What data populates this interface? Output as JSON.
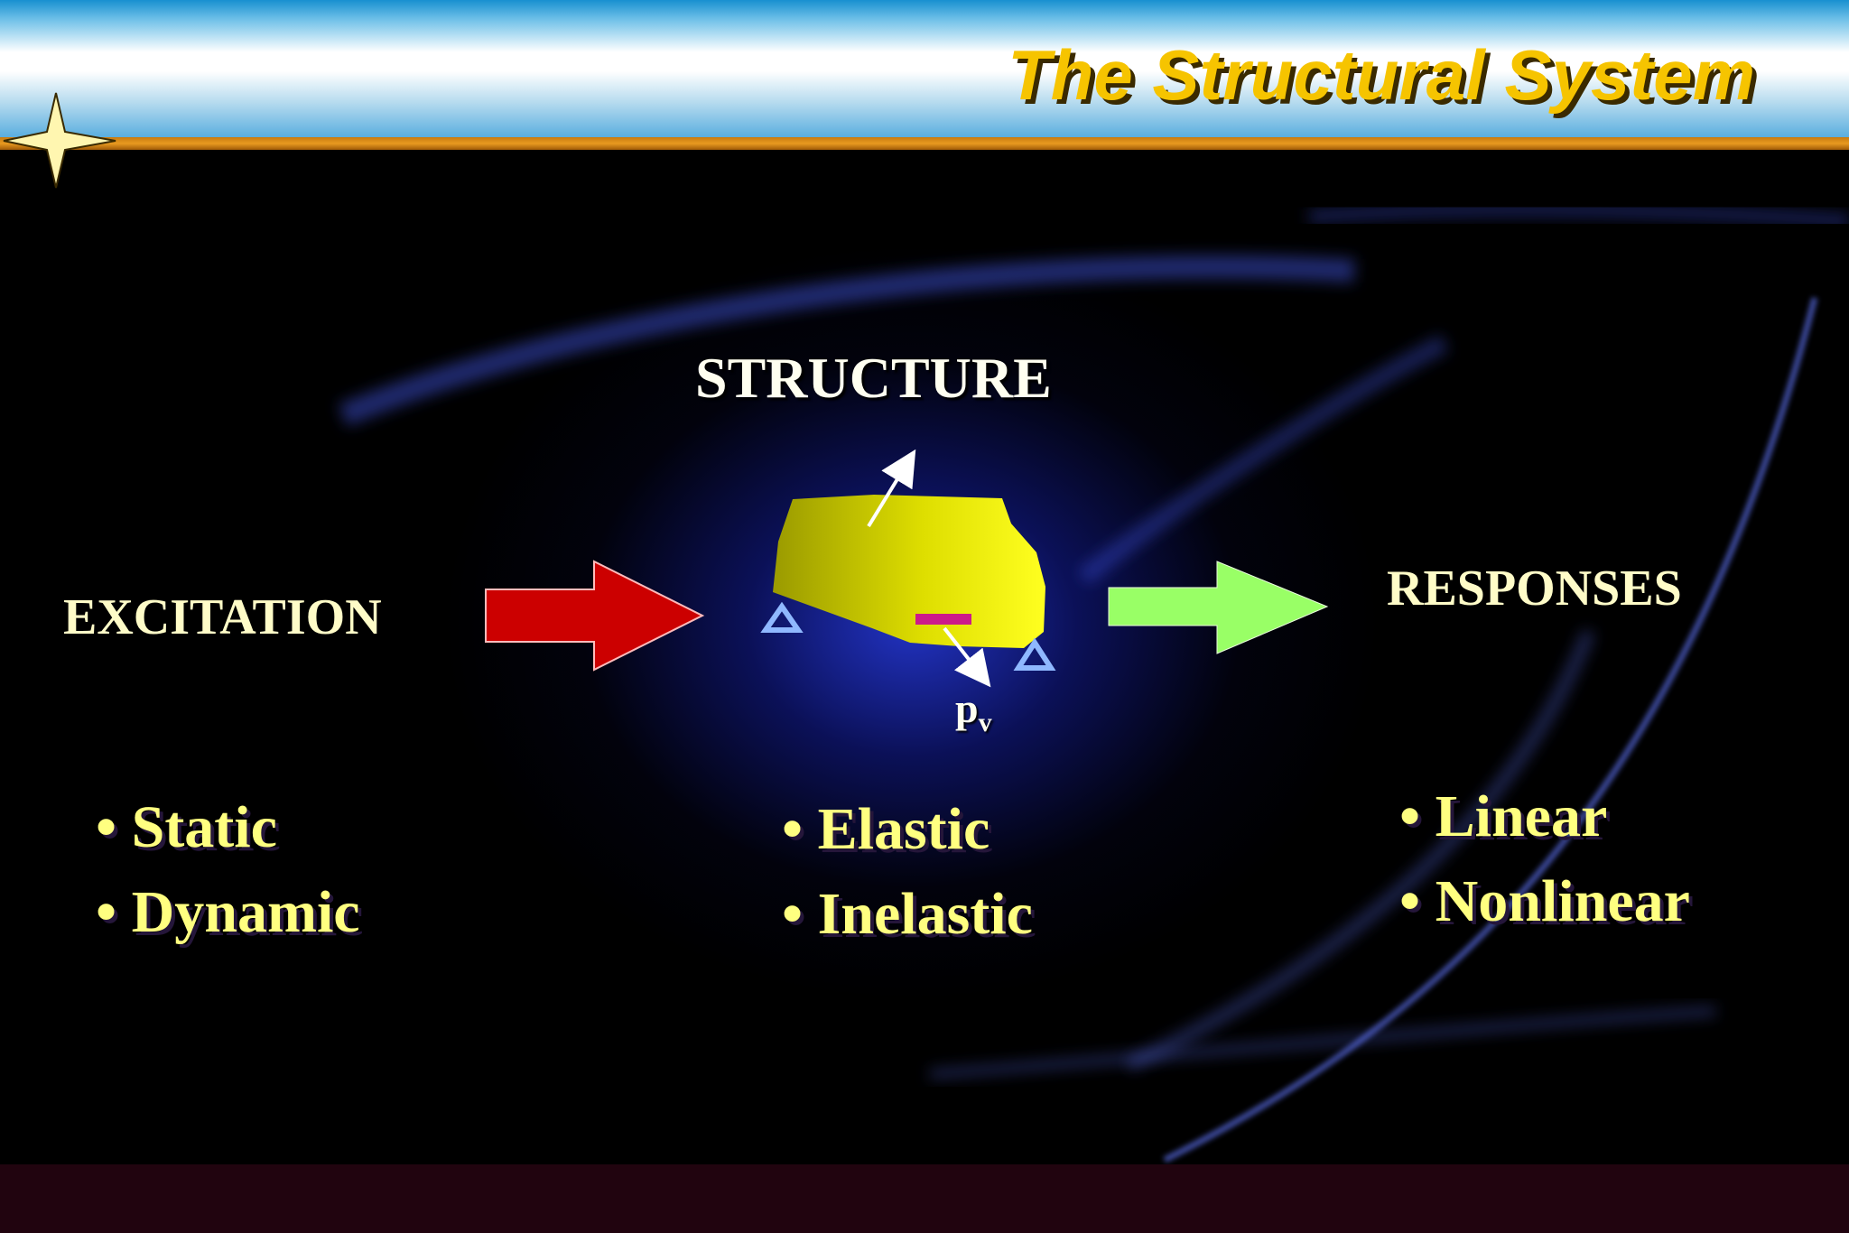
{
  "slide": {
    "title": "The Structural System"
  },
  "diagram": {
    "structure_label": "STRUCTURE",
    "excitation_label": "EXCITATION",
    "responses_label": "RESPONSES",
    "pv_main": "p",
    "pv_sub": "v",
    "excitation_items": [
      "Static",
      "Dynamic"
    ],
    "structure_items": [
      "Elastic",
      "Inelastic"
    ],
    "response_items": [
      "Linear",
      "Nonlinear"
    ]
  },
  "colors": {
    "title": "#f6c400",
    "excitation_arrow": "#cc0000",
    "response_arrow": "#99ff66",
    "structure_body": "#e8e800",
    "support": "#8fb8ff",
    "element": "#cc1a8a",
    "bullet_text": "#ffff80"
  }
}
